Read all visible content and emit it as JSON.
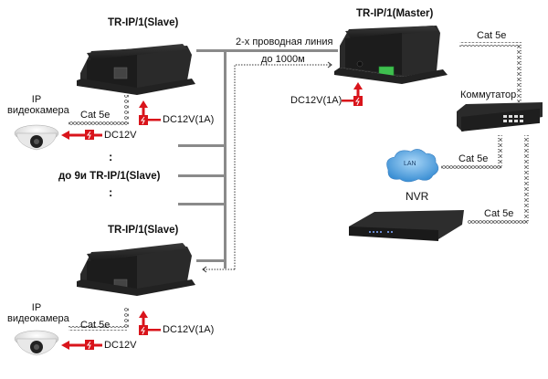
{
  "title": "Схема подключения TR-IP/1",
  "devices": {
    "slave_top": {
      "label": "TR-IP/1(Slave)"
    },
    "slave_bottom": {
      "label": "TR-IP/1(Slave)"
    },
    "master": {
      "label": "TR-IP/1(Master)"
    },
    "switch": {
      "label": "Коммутатор"
    },
    "nvr": {
      "label": "NVR"
    },
    "lan": {
      "label": "LAN"
    },
    "camera_top": {
      "label_line1": "IP",
      "label_line2": "видеокамера"
    },
    "camera_bottom": {
      "label_line1": "IP",
      "label_line2": "видеокамера"
    }
  },
  "line": {
    "type_label": "2-х проводная линия",
    "distance_label": "до 1000м"
  },
  "more_slaves": {
    "label": "до 9и TR-IP/1(Slave)",
    "ellipsis": ":"
  },
  "cables": {
    "cam_top": "Cat 5e",
    "cam_bottom": "Cat 5e",
    "master_switch": "Cat 5e",
    "lan_switch": "Cat 5e",
    "nvr_switch": "Cat 5e"
  },
  "power": {
    "slave_top_in": "DC12V(1A)",
    "camera_top_out": "DC12V",
    "slave_bottom_in": "DC12V(1A)",
    "camera_bottom_out": "DC12V",
    "master_in": "DC12V(1A)"
  },
  "colors": {
    "power_red": "#d9141b",
    "terminal_green": "#3fbf4f",
    "cloud_blue": "#4fa3e0",
    "bus_gray": "#8a8a8a",
    "device_black": "#1e1e1e"
  }
}
